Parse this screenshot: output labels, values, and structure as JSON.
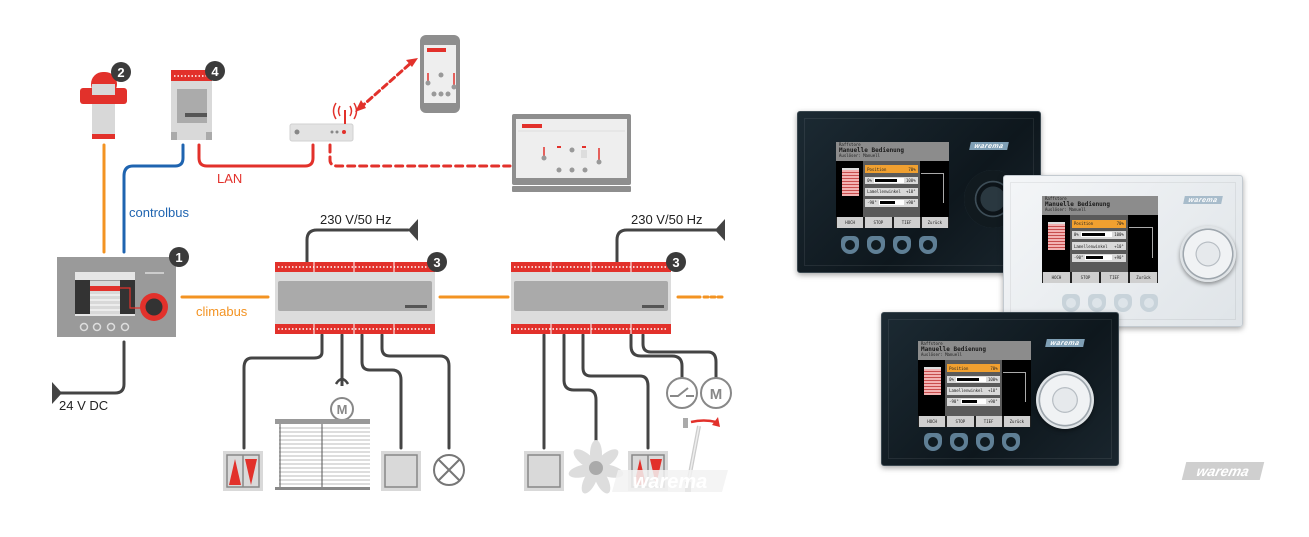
{
  "diagram": {
    "labels": {
      "controlbus": "controlbus",
      "lan": "LAN",
      "climabus": "climabus",
      "power_24v": "24 V DC",
      "power_230v_1": "230 V/50 Hz",
      "power_230v_2": "230 V/50 Hz",
      "watermark": "warema"
    },
    "badges": {
      "control_unit": "1",
      "weather_station": "2",
      "actuator_1": "3",
      "actuator_2": "3",
      "web_server": "4"
    },
    "colors": {
      "brand_red": "#e2312b",
      "climabus_orange": "#f39322",
      "controlbus_blue": "#1f64b0",
      "lan_red": "#e2312b",
      "wire_dark": "#444444",
      "device_grey": "#a8a8a8",
      "badge_dark": "#3b3b3b"
    },
    "components": {
      "motor_label": "M",
      "valve_motor_label": "M"
    }
  },
  "panels": {
    "brand": "warema",
    "screen": {
      "line1": "Raffstore",
      "title": "Manuelle Bedienung",
      "line3": "Auslöser: Manuell",
      "rows": [
        {
          "label": "Position",
          "value": "70%"
        },
        {
          "label": "0%",
          "value": "100%"
        },
        {
          "label": "Lamellenwinkel",
          "value": "+10°"
        },
        {
          "label": "-90°",
          "value": "+90°"
        }
      ],
      "softkeys": [
        "HOCH",
        "STOP",
        "TIEF",
        "Zurück"
      ]
    },
    "variants": [
      "dark-top",
      "light",
      "dark-bottom"
    ],
    "watermark": "warema"
  }
}
